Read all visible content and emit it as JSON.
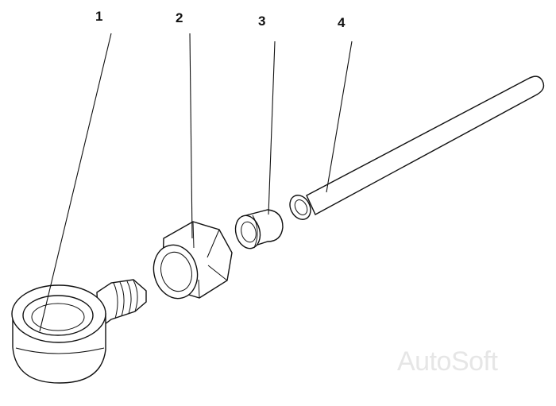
{
  "callouts": [
    {
      "number": "1"
    },
    {
      "number": "2"
    },
    {
      "number": "3"
    },
    {
      "number": "4"
    }
  ],
  "watermark": "AutoSoft"
}
